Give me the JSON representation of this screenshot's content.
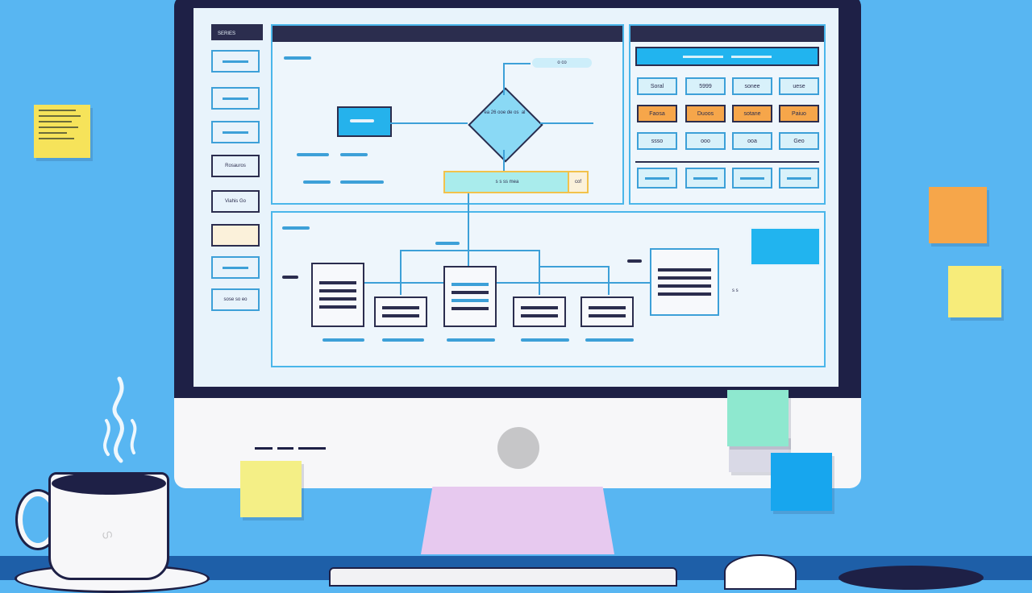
{
  "sidebar": {
    "header": "SERIES",
    "items": [
      {
        "label": ""
      },
      {
        "label": ""
      },
      {
        "label": ""
      },
      {
        "label": "Rosauros"
      },
      {
        "label": "Viahis Go"
      },
      {
        "label": ""
      },
      {
        "label": ""
      },
      {
        "label": "sose so eo"
      }
    ]
  },
  "flowchart": {
    "top_pill": "o   co",
    "diamond_text": "ea\n26 ooe\nde\nos  al",
    "result_label": "s   s ss  mea",
    "result_tag": "cof",
    "ellipsis": "• • •"
  },
  "controls": {
    "row1": [
      "Soral",
      "5999",
      "sonee",
      "uese"
    ],
    "row2": [
      "Faosa",
      "Duoos",
      "sotane",
      "Paiuo"
    ],
    "row3": [
      "ssso",
      "ooo",
      "ooa",
      "Geo"
    ]
  },
  "diagram": {
    "annotation": "s  s"
  },
  "colors": {
    "background": "#58b6f2",
    "bezel": "#1e2046",
    "accent": "#21b4ef",
    "orange": "#f6a64a"
  },
  "icons": {
    "mug": "coffee-mug-icon",
    "steam": "steam-icon",
    "power": "power-button-icon"
  }
}
